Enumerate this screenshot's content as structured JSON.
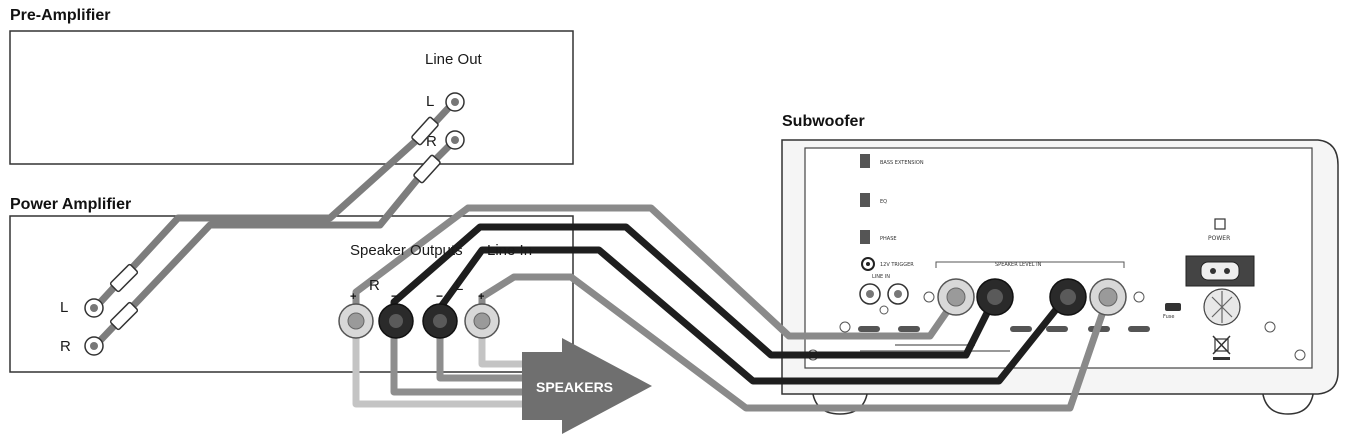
{
  "preamp": {
    "title": "Pre-Amplifier",
    "line_out_label": "Line Out",
    "left_label": "L",
    "right_label": "R"
  },
  "power_amp": {
    "title": "Power Amplifier",
    "left_label": "L",
    "right_label": "R",
    "speaker_outputs_label": "Speaker Outputs",
    "line_in_label": "Line In",
    "output_right_label": "R",
    "output_left_label": "L",
    "plus_sign": "+",
    "minus_sign": "−"
  },
  "subwoofer": {
    "title": "Subwoofer",
    "power_label": "POWER",
    "switch_labels": [
      "BASS EXTENSION",
      "EQ",
      "PHASE"
    ],
    "tv_trigger_label": "12V TRIGGER",
    "line_in_label": "LINE IN",
    "speaker_level_label": "SPEAKER LEVEL IN",
    "fuse_label": "Fuse"
  },
  "speakers_label": "SPEAKERS",
  "colors": {
    "outline": "#333333",
    "cable_dark": "#1e1e1e",
    "cable_mid": "#7d7d7d",
    "cable_light": "#bdbdbd",
    "arrow": "#6f6f6f"
  }
}
